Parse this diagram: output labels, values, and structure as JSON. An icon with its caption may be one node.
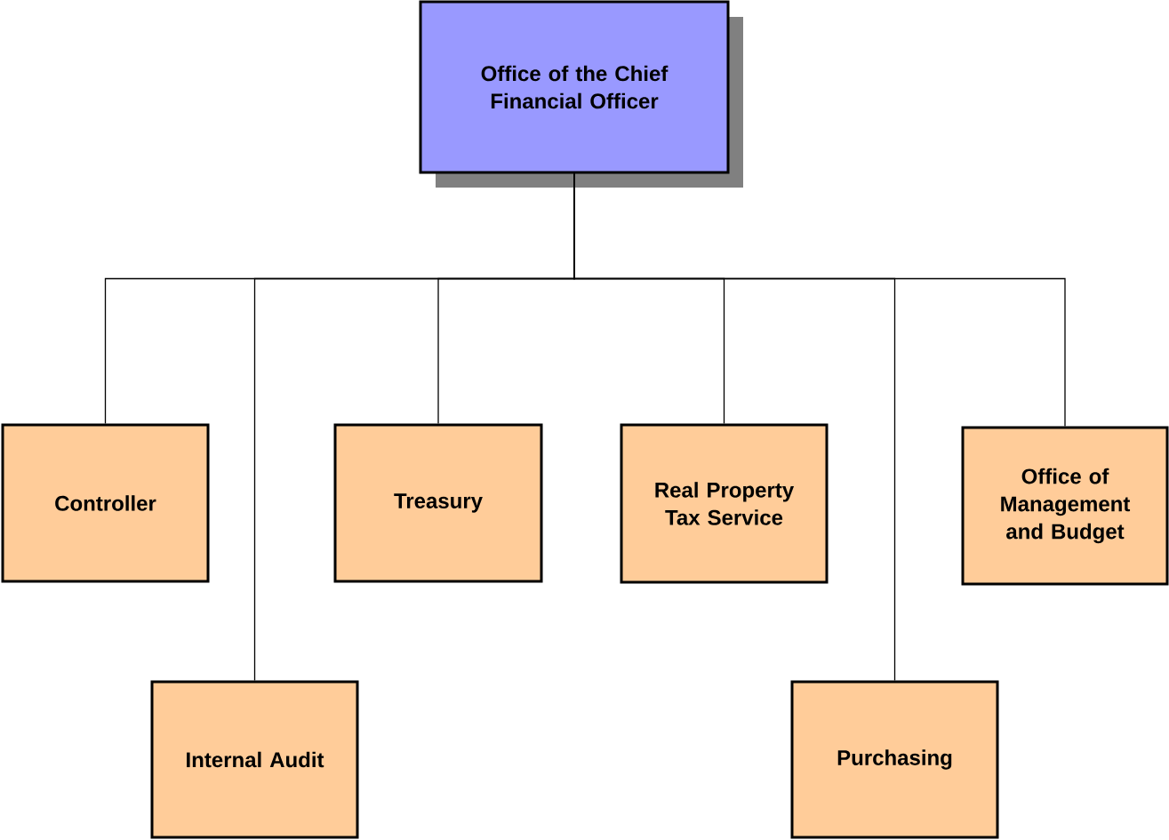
{
  "diagram": {
    "nodes": [
      {
        "text": [
          "Office of the Chief Financial Officer"
        ]
      },
      {
        "text": [
          "Controller"
        ]
      },
      {
        "text": [
          "Internal Audit"
        ]
      },
      {
        "text": [
          "Treasury"
        ]
      },
      {
        "text": [
          "Real Property Tax Service"
        ]
      },
      {
        "text": [
          "Purchasing"
        ]
      },
      {
        "text": [
          "Office of Management and Budget"
        ]
      }
    ],
    "edges": [
      {
        "from": 0,
        "to": 1,
        "arrow": "none"
      },
      {
        "from": 0,
        "to": 2,
        "arrow": "none"
      },
      {
        "from": 0,
        "to": 3,
        "arrow": "none"
      },
      {
        "from": 0,
        "to": 4,
        "arrow": "none"
      },
      {
        "from": 0,
        "to": 5,
        "arrow": "none"
      },
      {
        "from": 0,
        "to": 6,
        "arrow": "none"
      }
    ]
  }
}
